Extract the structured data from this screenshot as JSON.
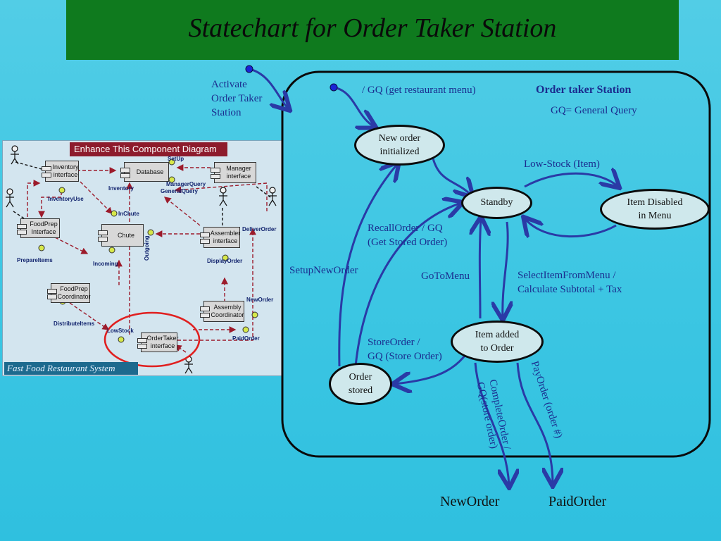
{
  "slide": {
    "title": "Statechart for Order Taker Station"
  },
  "statechart": {
    "container_title": "Order taker Station",
    "gq_definition": "GQ=  General Query",
    "activate_label": "Activate\nOrder Taker\nStation",
    "initial_transition_label": "/ GQ (get restaurant menu)",
    "states": {
      "new_order": "New order\ninitialized",
      "standby": "Standby",
      "item_disabled": "Item Disabled\nin Menu",
      "item_added": "Item added\nto Order",
      "order_stored": "Order\nstored"
    },
    "transitions": {
      "low_stock": "Low-Stock (Item)",
      "recall_order": "RecallOrder / GQ\n(Get Stored Order)",
      "setup_new_order": "SetupNewOrder",
      "go_to_menu": "GoToMenu",
      "select_item": "SelectItemFromMenu /\nCalculate Subtotal + Tax",
      "store_order": "StoreOrder /\nGQ (Store Order)",
      "complete_order": "CompleteOrder /\nGQ(store order)",
      "pay_order": "PayOrder (order #)"
    },
    "outputs": {
      "new_order": "NewOrder",
      "paid_order": "PaidOrder"
    }
  },
  "component_diagram": {
    "header": "Enhance This Component Diagram",
    "footer": "Fast Food Restaurant System",
    "components": {
      "inventory_interface": "Inventory\ninterface",
      "database": "Database",
      "manager_interface": "Manager\ninterface",
      "foodprep_interface": "FoodPrep\nInterface",
      "chute": "Chute",
      "assembler_interface": "Assembler\ninterface",
      "foodprep_coordinator": "FoodPrep\nCoordinator",
      "assembly_coordinator": "Assembly\nCoordinator",
      "ordertaker_interface": "OrderTaker\ninterface"
    },
    "labels": {
      "setup": "SetUp",
      "manager_query": "ManagerQuery",
      "general_query": "GeneralQuery",
      "inventory": "Inventory",
      "inventory_use": "InventoryUse",
      "in_chute": "InChute",
      "deliver_order": "DeliverOrder",
      "outgoing": "Outgoing",
      "prepare_items": "PrepareItems",
      "incoming": "Incoming",
      "display_order": "DisplayOrder",
      "new_order": "NewOrder",
      "distribute_items": "DistributeItems",
      "low_stock": "LowStock",
      "paid_order": "PaidOrder"
    }
  },
  "colors": {
    "title_bar": "#0f7a1e",
    "arrow": "#2a3aa6",
    "label_text": "#1b2d8f",
    "state_fill": "#cfe8ec",
    "highlight_circle": "#e02020"
  }
}
